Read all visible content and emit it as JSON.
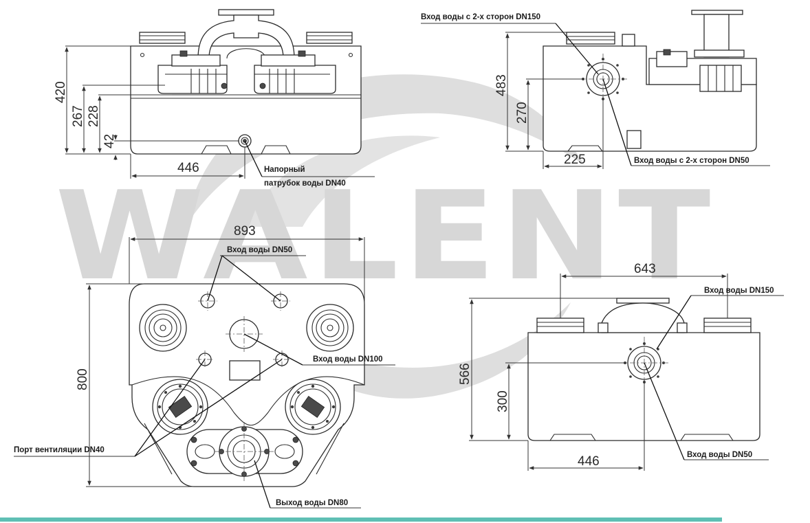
{
  "watermark": {
    "text": "WALENT",
    "color": "#d7d7d7"
  },
  "footer": {
    "bar_color": "#5fbfb4"
  },
  "views": {
    "front": {
      "dimensions": {
        "height_total": "420",
        "height_outlet": "267",
        "height_flange": "228",
        "height_port": "42",
        "width": "446"
      },
      "labels": {
        "outlet_line1": "Напорный",
        "outlet_line2": "патрубок воды DN40"
      }
    },
    "side": {
      "dimensions": {
        "height_total": "483",
        "height_inlet": "270",
        "width": "225"
      },
      "labels": {
        "inlet_top": "Вход воды с 2-х сторон DN150",
        "inlet_bottom": "Вход воды с 2-х сторон DN50"
      }
    },
    "top": {
      "dimensions": {
        "width": "893",
        "depth": "800"
      },
      "labels": {
        "inlet_dn50": "Вход воды DN50",
        "inlet_dn100": "Вход воды DN100",
        "vent": "Порт вентиляции DN40",
        "outlet": "Выход воды DN80"
      }
    },
    "rear": {
      "dimensions": {
        "width_top": "643",
        "height_total": "566",
        "height_inlet": "300",
        "width_bottom": "446"
      },
      "labels": {
        "inlet_dn150": "Вход воды DN150",
        "inlet_dn50": "Вход воды DN50"
      }
    }
  }
}
